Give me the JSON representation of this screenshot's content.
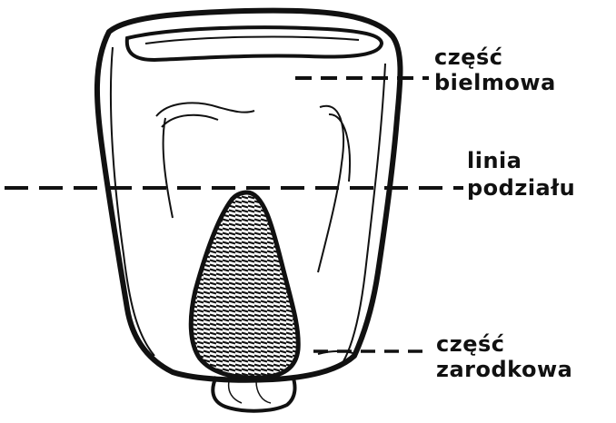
{
  "labels": {
    "endosperm": [
      "część",
      "bielmowa"
    ],
    "cut_line": [
      "linia",
      "podziału"
    ],
    "embryo": [
      "część",
      "zarodkowa"
    ]
  },
  "colors": {
    "ink": "#111111",
    "paper": "#ffffff"
  }
}
